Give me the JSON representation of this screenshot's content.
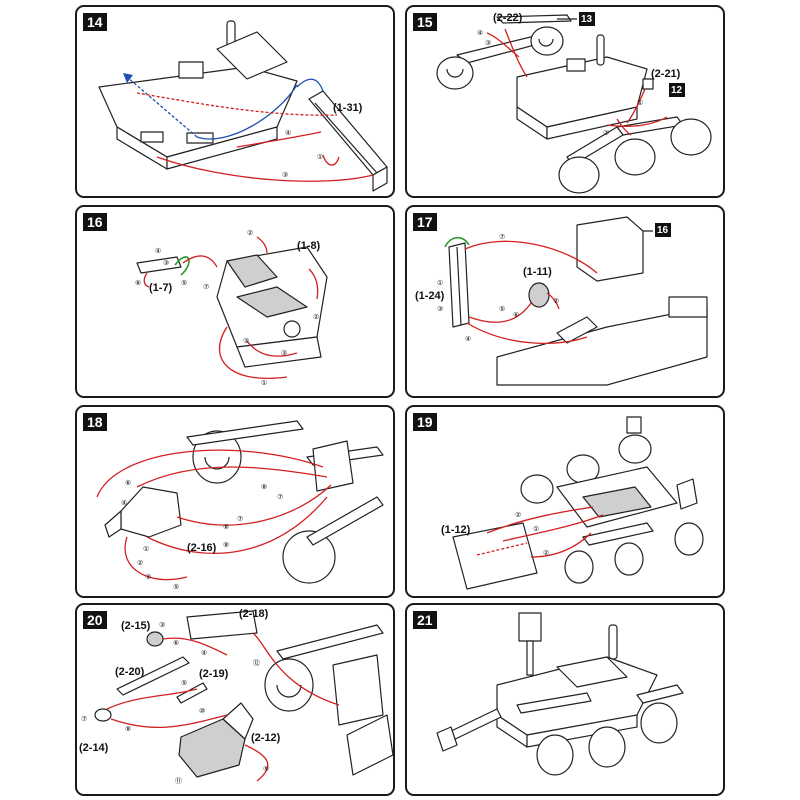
{
  "steps": {
    "s14": {
      "number": "14",
      "parts": [
        "(1-31)"
      ],
      "markers": [
        "①",
        "③",
        "④"
      ]
    },
    "s15": {
      "number": "15",
      "parts": [
        "(2-22)",
        "(2-21)"
      ],
      "tags": [
        "13",
        "12"
      ],
      "markers": [
        "④",
        "③",
        "①",
        "②"
      ]
    },
    "s16": {
      "number": "16",
      "parts": [
        "(1-8)",
        "(1-7)"
      ],
      "markers": [
        "②",
        "④",
        "③",
        "⑤",
        "⑥",
        "⑦",
        "②",
        "③",
        "③",
        "①"
      ]
    },
    "s17": {
      "number": "17",
      "parts": [
        "(1-24)",
        "(1-11)"
      ],
      "tags": [
        "16"
      ],
      "markers": [
        "⑦",
        "①",
        "③",
        "⑤",
        "⑥",
        "②",
        "④"
      ]
    },
    "s18": {
      "number": "18",
      "parts": [
        "(2-16)"
      ],
      "markers": [
        "⑥",
        "⑦",
        "⑧",
        "⑦",
        "⑧",
        "⑧",
        "④",
        "①",
        "②",
        "③",
        "⑤"
      ]
    },
    "s19": {
      "number": "19",
      "parts": [
        "(1-12)"
      ],
      "markers": [
        "②",
        "①",
        "②"
      ]
    },
    "s20": {
      "number": "20",
      "parts": [
        "(2-15)",
        "(2-18)",
        "(2-20)",
        "(2-19)",
        "(2-14)",
        "(2-12)"
      ],
      "markers": [
        "③",
        "⑥",
        "④",
        "⑤",
        "⑫",
        "⑦",
        "⑧",
        "⑩",
        "⑪",
        "⑨"
      ]
    },
    "s21": {
      "number": "21"
    }
  }
}
